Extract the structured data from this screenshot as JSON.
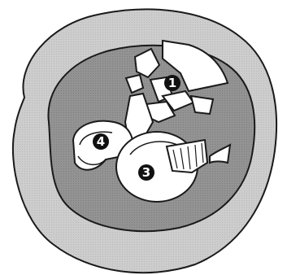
{
  "colors": {
    "outer_ring": "#c9c9c9",
    "inner_pit": "#8f8f8f",
    "fragment_fill": "#ffffff",
    "outline": "#1a1a1a",
    "marker_fill": "#111111",
    "marker_text": "#ffffff"
  },
  "markers": [
    {
      "id": "1",
      "label": "1"
    },
    {
      "id": "3",
      "label": "3"
    },
    {
      "id": "4",
      "label": "4"
    }
  ]
}
